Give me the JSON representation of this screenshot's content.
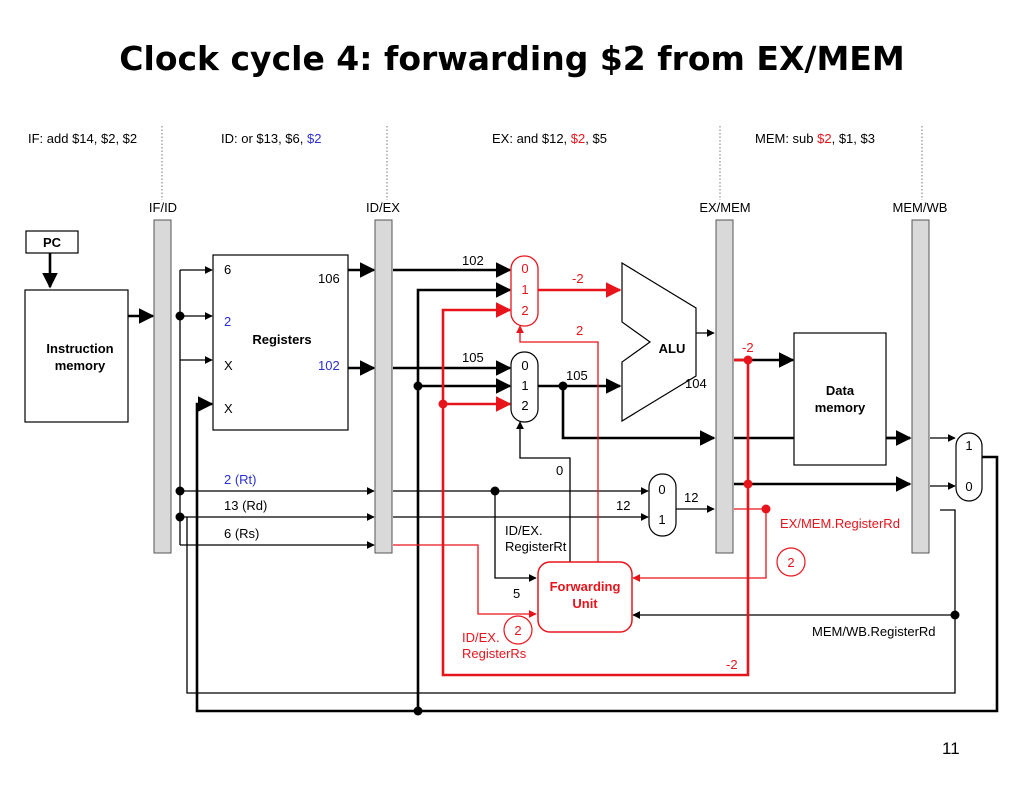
{
  "slide": {
    "title": "Clock cycle 4: forwarding $2 from EX/MEM",
    "page_number": "11"
  },
  "stages": {
    "if": "IF: add $14, $2, $2",
    "id_prefix": "ID: or $13, $6, ",
    "id_reg": "$2",
    "ex_prefix": "EX: and $12, ",
    "ex_reg": "$2",
    "ex_suffix": ", $5",
    "mem_prefix": "MEM: sub ",
    "mem_reg": "$2",
    "mem_suffix": ", $1, $3"
  },
  "pipeline_registers": [
    "IF/ID",
    "ID/EX",
    "EX/MEM",
    "MEM/WB"
  ],
  "blocks": {
    "pc": "PC",
    "instruction_memory": [
      "Instruction",
      "memory"
    ],
    "registers": "Registers",
    "alu": "ALU",
    "data_memory": [
      "Data",
      "memory"
    ],
    "forwarding_unit": [
      "Forwarding",
      "Unit"
    ]
  },
  "register_file": {
    "read1_in": "6",
    "read2_in": "2",
    "write_reg": "X",
    "write_data": "X",
    "read1_out": "106",
    "read2_out": "102"
  },
  "muxes": {
    "forward_a": [
      "0",
      "1",
      "2"
    ],
    "forward_b": [
      "0",
      "1",
      "2"
    ],
    "regdst": [
      "0",
      "1"
    ],
    "writeback": [
      "1",
      "0"
    ]
  },
  "values": {
    "to_mux_a": "102",
    "to_mux_b": "105",
    "alu_a": "-2",
    "forward_a_select": "2",
    "alu_b": "105",
    "alu_result": "104",
    "exmem_alu": "-2",
    "forward_b_select": "0",
    "rt": "2 (Rt)",
    "rd": "13 (Rd)",
    "rs": "6 (Rs)",
    "regdst_in": "12",
    "regdst_out": "12",
    "forward_value": "-2",
    "rt_to_fu": "5"
  },
  "signal_labels": {
    "idex_rt": [
      "ID/EX.",
      "RegisterRt"
    ],
    "idex_rs": [
      "ID/EX.",
      "RegisterRs"
    ],
    "idex_rs_value": "2",
    "exmem_rd": "EX/MEM.RegisterRd",
    "exmem_rd_value": "2",
    "memwb_rd": "MEM/WB.RegisterRd"
  },
  "colors": {
    "forwarding": "#e8141c",
    "register_highlight": "#2b2fd6",
    "pipeline_register_fill": "#d9d9d9"
  }
}
